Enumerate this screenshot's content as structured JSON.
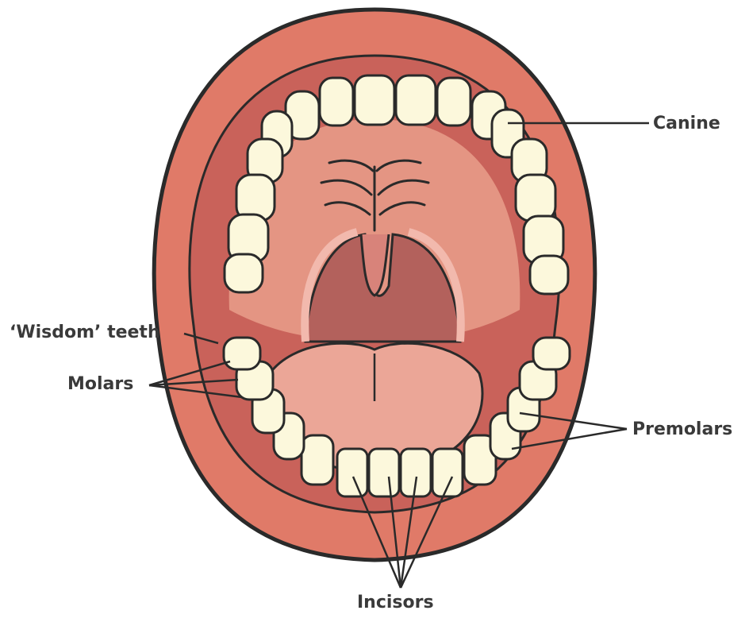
{
  "labels": {
    "canine": "Canine",
    "wisdom": "‘Wisdom’ teeth",
    "molars": "Molars",
    "premolars": "Premolars",
    "incisors": "Incisors"
  },
  "colors": {
    "lip": "#e07a68",
    "inner": "#c9625a",
    "palate": "#e49583",
    "throat": "#b3615c",
    "tongue": "#eba697",
    "tooth": "#fcf8dc",
    "outline": "#2a2a2a"
  }
}
